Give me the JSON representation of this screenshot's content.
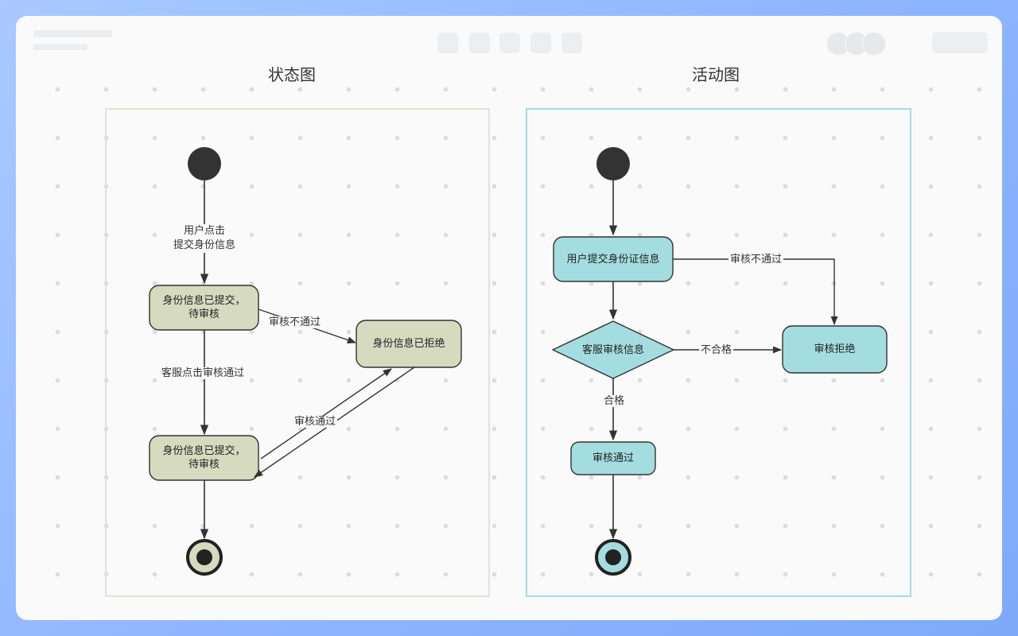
{
  "state_diagram": {
    "title": "状态图",
    "nodes": {
      "submitted_1": "身份信息已提交，\n待审核",
      "rejected": "身份信息已拒绝",
      "submitted_2": "身份信息已提交，\n待审核"
    },
    "edges": {
      "start_to_submitted": "用户点击\n提交身份信息",
      "submitted_to_rejected": "审核不通过",
      "submitted_to_submitted2": "客服点击审核通过",
      "rejected_pass": "审核通过"
    },
    "colors": {
      "node_fill": "#d6dbc0",
      "frame": "#e1e3cf"
    }
  },
  "activity_diagram": {
    "title": "活动图",
    "nodes": {
      "submit": "用户提交身份证信息",
      "review": "客服审核信息",
      "reject": "审核拒绝",
      "pass": "审核通过"
    },
    "edges": {
      "submit_to_reject": "审核不通过",
      "review_to_reject": "不合格",
      "review_to_pass": "合格"
    },
    "colors": {
      "node_fill": "#a3dde0",
      "frame": "#a3dde0"
    }
  },
  "icons": [
    "start-node-icon",
    "end-node-icon"
  ]
}
